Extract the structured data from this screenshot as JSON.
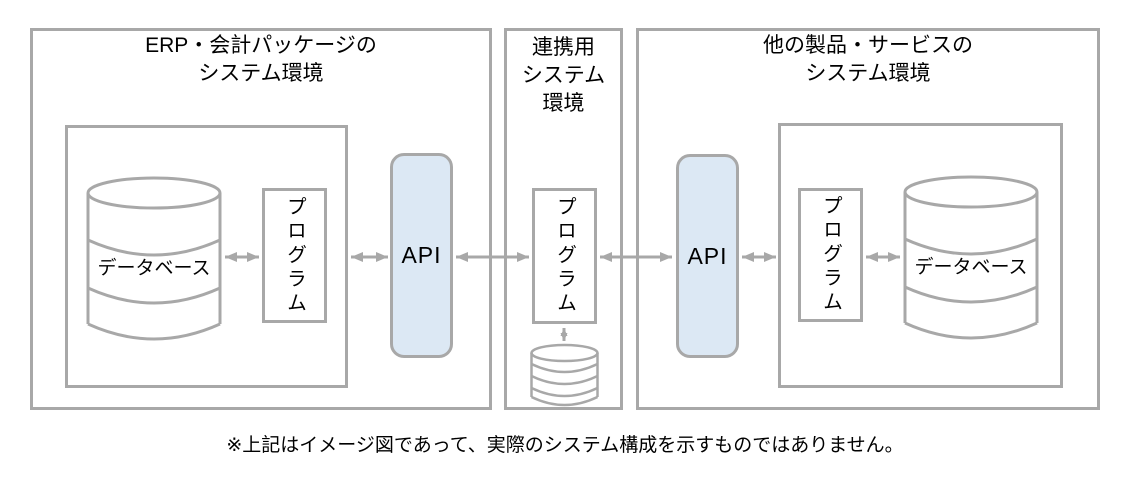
{
  "diagram": {
    "sections": {
      "erp": {
        "title_lines": [
          "ERP・会計パッケージの",
          "システム環境"
        ],
        "database_label": "データベース",
        "program_label": "プログラム"
      },
      "linkage": {
        "title_lines": [
          "連携用",
          "システム",
          "環境"
        ],
        "program_label": "プログラム"
      },
      "other": {
        "title_lines": [
          "他の製品・サービスの",
          "システム環境"
        ],
        "program_label": "プログラム",
        "database_label": "データベース"
      }
    },
    "api": {
      "left_label": "API",
      "right_label": "API"
    },
    "footnote": "※上記はイメージ図であって、実際のシステム構成を示すものではありません。",
    "icons": {
      "database_large": "database-cylinder-icon",
      "database_small": "database-cylinder-small-icon",
      "connector": "double-headed-arrow-icon"
    },
    "colors": {
      "border": "#a8a8a8",
      "api_fill": "#dce8f4",
      "text": "#000000",
      "canvas_bg": "#ffffff"
    }
  }
}
